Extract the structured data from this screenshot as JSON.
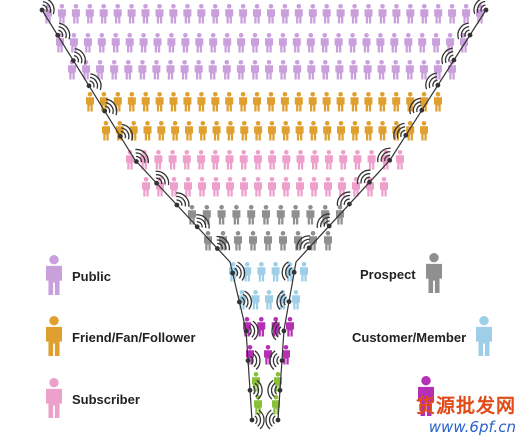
{
  "colors": {
    "public": "#c9a0dc",
    "friend": "#e0a030",
    "subscriber": "#eea0cc",
    "prospect": "#8f8f8f",
    "customer": "#9fcfe8",
    "evangelist": "#b530b5",
    "loyal": "#88c038",
    "edge": "#333333",
    "watermark_cn": "#e24a18",
    "watermark_url": "#2a62c8"
  },
  "legend": {
    "left": [
      {
        "label": "Public",
        "color_key": "public"
      },
      {
        "label": "Friend/Fan/Follower",
        "color_key": "friend"
      },
      {
        "label": "Subscriber",
        "color_key": "subscriber"
      }
    ],
    "right": [
      {
        "label": "Prospect",
        "color_key": "prospect"
      },
      {
        "label": "Customer/Member",
        "color_key": "customer"
      },
      {
        "label": "",
        "color_key": "evangelist"
      }
    ]
  },
  "watermark": {
    "text": "货源批发网",
    "url": "www.6pf.cn"
  },
  "funnel": {
    "tiers": [
      {
        "segment": "Public",
        "rows": 3,
        "color_key": "public"
      },
      {
        "segment": "Friend/Fan/Follower",
        "rows": 2,
        "color_key": "friend"
      },
      {
        "segment": "Subscriber",
        "rows": 2,
        "color_key": "subscriber"
      },
      {
        "segment": "Prospect",
        "rows": 2,
        "color_key": "prospect"
      },
      {
        "segment": "Customer/Member",
        "rows": 2,
        "color_key": "customer"
      },
      {
        "segment": "",
        "rows": 2,
        "color_key": "evangelist"
      },
      {
        "segment": "",
        "rows": 2,
        "color_key": "loyal"
      }
    ]
  }
}
